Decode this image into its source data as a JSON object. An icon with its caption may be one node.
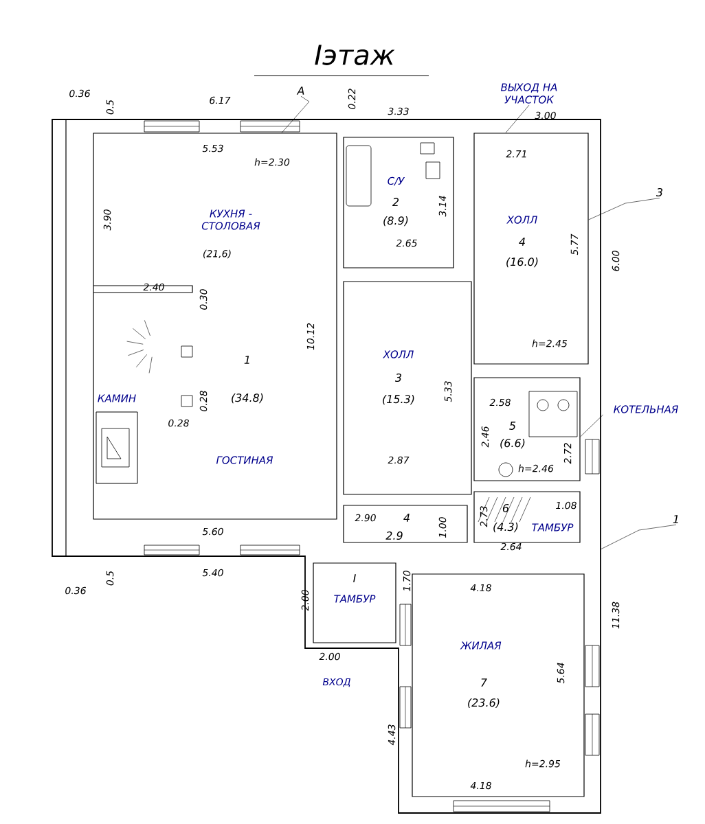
{
  "diagram": {
    "title": "Iэтаж",
    "nodes": [
      {
        "text": [
          "1",
          "(34.8)",
          "ГОСТИНАЯ"
        ]
      },
      {
        "text": [
          "С/У",
          "2",
          "(8.9)"
        ]
      },
      {
        "text": [
          "ХОЛЛ",
          "3",
          "(15.3)"
        ]
      },
      {
        "text": [
          "ХОЛЛ",
          "4",
          "(16.0)"
        ]
      },
      {
        "text": [
          "5",
          "(6.6)"
        ]
      },
      {
        "text": [
          "6",
          "(4.3)",
          "ТАМБУР"
        ]
      },
      {
        "text": [
          "I",
          "ТАМБУР"
        ],
        "beside": [
          "ВХОД"
        ]
      },
      {
        "text": [
          "ЖИЛАЯ",
          "7",
          "(23.6)"
        ]
      },
      {
        "text": [
          "4",
          "2.9"
        ]
      },
      {
        "text": [
          "А"
        ]
      },
      {
        "text": [
          "3"
        ]
      },
      {
        "text": [
          "1"
        ]
      },
      {
        "text": [
          "ВЫХОД НА УЧАСТОК"
        ]
      },
      {
        "text": [
          "КОТЕЛЬНАЯ"
        ]
      }
    ],
    "edges": [
      {
        "from": 9,
        "to": 0,
        "arrow": "none"
      },
      {
        "from": 10,
        "to": 3,
        "arrow": "none"
      },
      {
        "from": 11,
        "to": null,
        "arrow": "none"
      },
      {
        "from": 12,
        "to": 3,
        "arrow": "none"
      },
      {
        "from": 13,
        "to": 4,
        "arrow": "none"
      }
    ],
    "labels": [
      "0.36",
      "0.5",
      "6.17",
      "0.22",
      "3.33",
      "3.00",
      "5.53",
      "h=2.30",
      "КУХНЯ - СТОЛОВАЯ",
      "(21,6)",
      "3.90",
      "2.71",
      "3.14",
      "2.65",
      "5.77",
      "6.00",
      "2.40",
      "0.30",
      "10.12",
      "0.28",
      "0.28",
      "КАМИН",
      "h=2.45",
      "5.33",
      "2.58",
      "2.46",
      "h=2.46",
      "2.72",
      "2.87",
      "5.60",
      "2.90",
      "1.00",
      "2.73",
      "1.08",
      "2.64",
      "5.40",
      "0.36",
      "0.5",
      "1.70",
      "2.00",
      "11.38",
      "4.18",
      "2.00",
      "5.64",
      "4.43",
      "h=2.95",
      "4.18"
    ]
  }
}
